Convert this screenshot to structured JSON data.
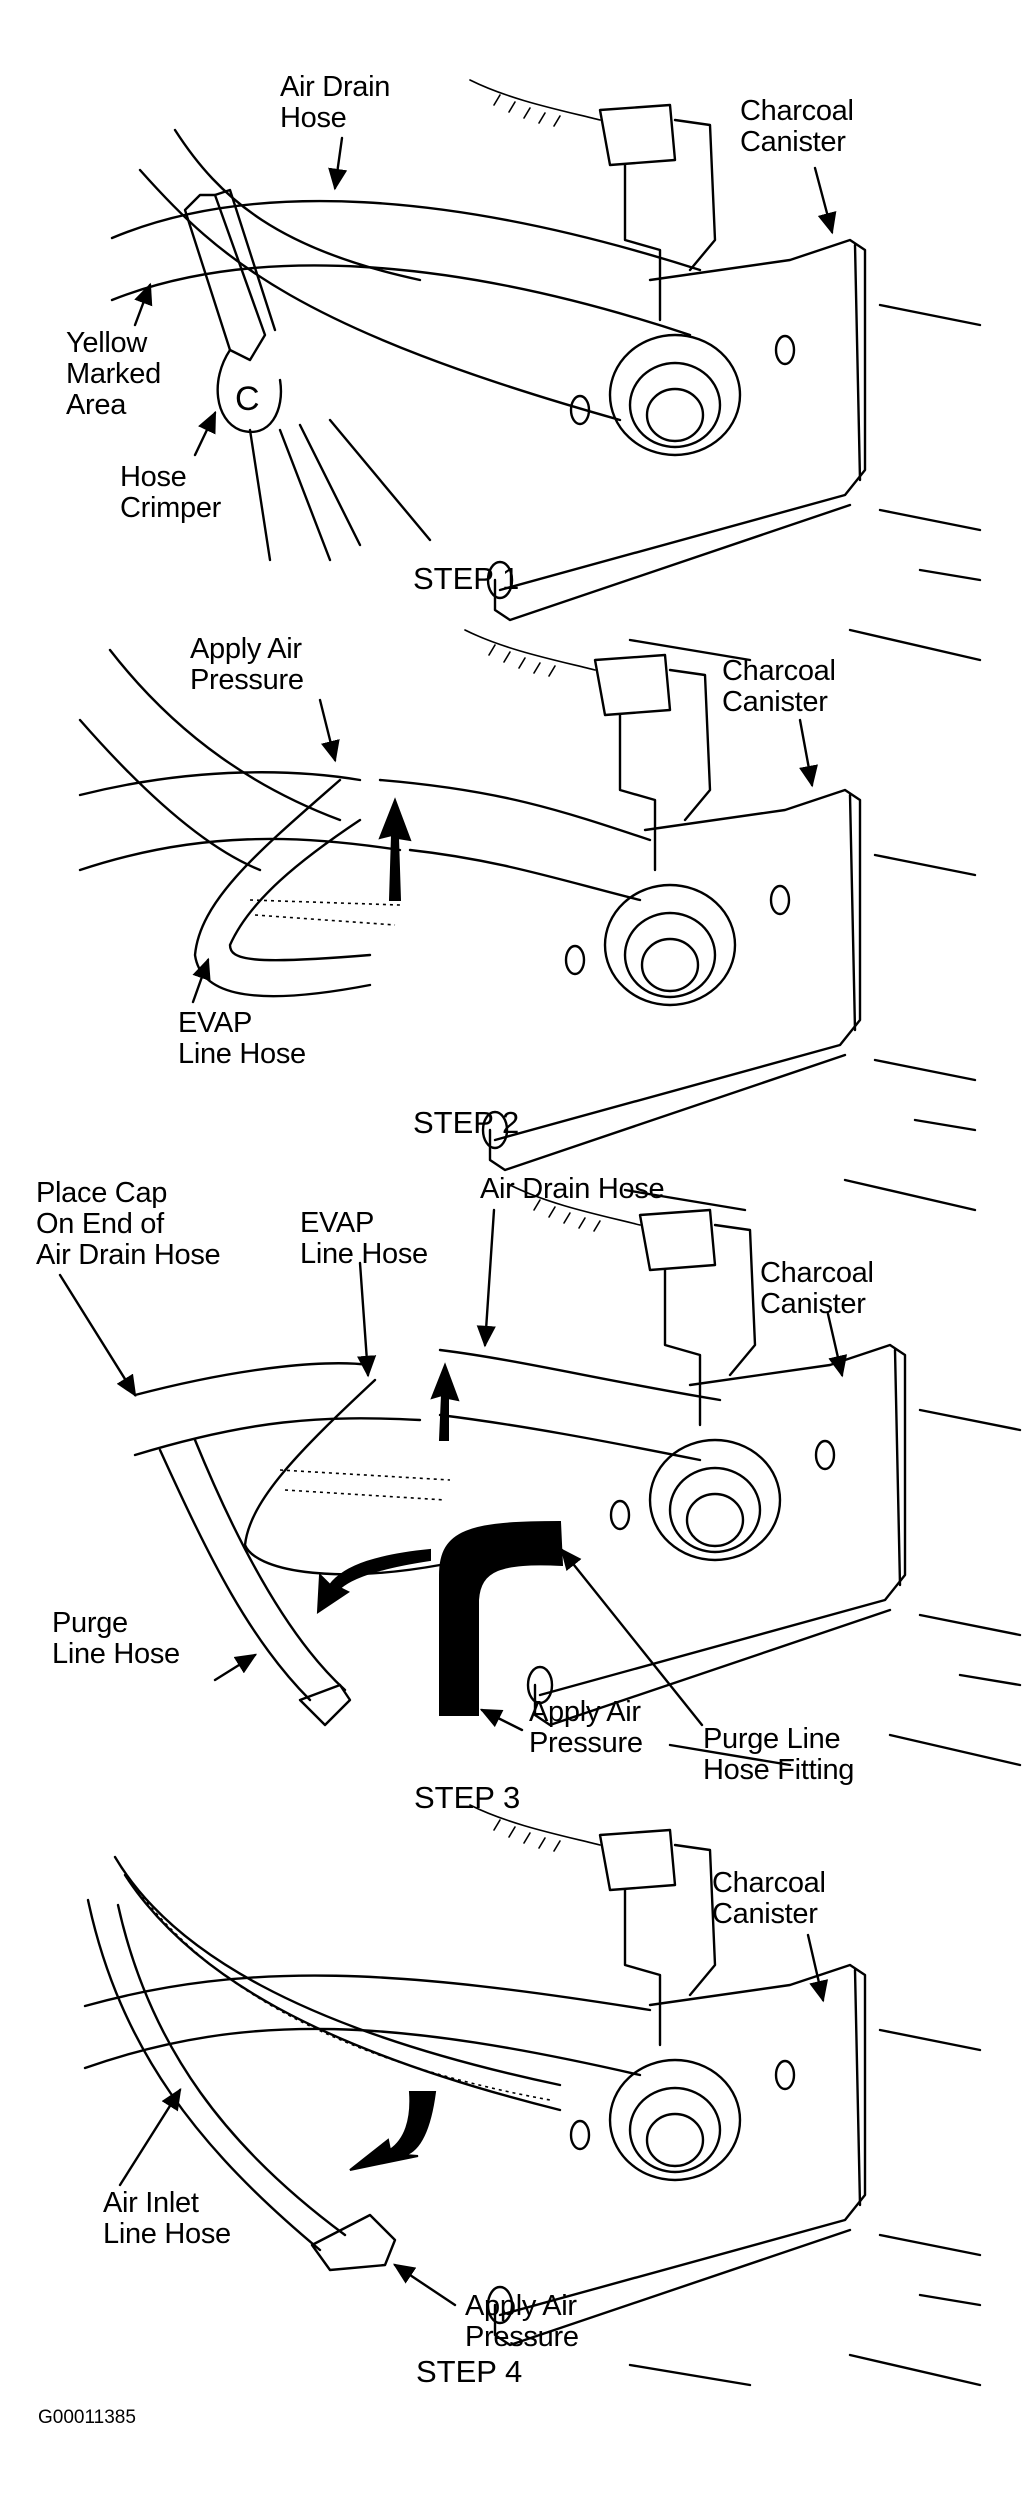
{
  "figure": {
    "code": "G00011385",
    "steps": [
      {
        "title": "STEP 1",
        "labels": {
          "air_drain_hose": "Air Drain\nHose",
          "charcoal_canister": "Charcoal\nCanister",
          "yellow_marked_area": "Yellow\nMarked\nArea",
          "hose_crimper": "Hose\nCrimper"
        }
      },
      {
        "title": "STEP 2",
        "labels": {
          "apply_air_pressure": "Apply Air\nPressure",
          "charcoal_canister": "Charcoal\nCanister",
          "evap_line_hose": "EVAP\nLine Hose"
        }
      },
      {
        "title": "STEP 3",
        "labels": {
          "place_cap": "Place Cap\nOn End of\nAir Drain Hose",
          "evap_line_hose": "EVAP\nLine Hose",
          "air_drain_hose": "Air Drain Hose",
          "charcoal_canister": "Charcoal\nCanister",
          "purge_line_hose": "Purge\nLine Hose",
          "apply_air_pressure": "Apply Air\nPressure",
          "purge_line_hose_fitting": "Purge Line\nHose Fitting"
        }
      },
      {
        "title": "STEP 4",
        "labels": {
          "charcoal_canister": "Charcoal\nCanister",
          "air_inlet_line_hose": "Air Inlet\nLine Hose",
          "apply_air_pressure": "Apply Air\nPressure"
        }
      }
    ]
  }
}
